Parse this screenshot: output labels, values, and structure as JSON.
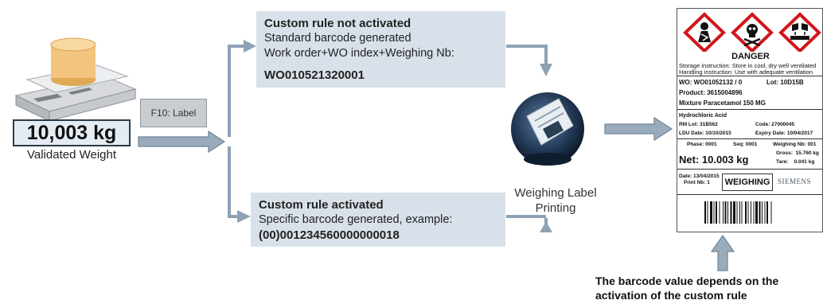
{
  "scale": {
    "weight": "10,003 kg",
    "caption": "Validated Weight"
  },
  "button": {
    "label": "F10: Label"
  },
  "rule_not_activated": {
    "title": "Custom rule not activated",
    "line1": "Standard barcode generated",
    "line2": "Work order+WO index+Weighing Nb:",
    "code": "WO010521320001"
  },
  "rule_activated": {
    "title": "Custom rule activated",
    "line1": "Specific barcode generated, example:",
    "code": "(00)001234560000000018"
  },
  "printing": {
    "caption_line1": "Weighing Label",
    "caption_line2": "Printing"
  },
  "label": {
    "danger": "DANGER",
    "storage": "Storage instruction: Store in cool, dry well ventilated",
    "handling": "Handling instruction: Use with adequate ventilation",
    "wo": "WO: WO01052132 / 0",
    "lot": "Lot: 10D15B",
    "product": "Product: 3615004896",
    "mixture": "Mixture Paracetamol 150 MG",
    "substance": "Hydrochloric Acid",
    "rm_lot": "RM Lot: 31B562",
    "code": "Code: 27000045",
    "ldu": "LDU Date: 10/10/2015",
    "expiry": "Expiry Date: 10/04/2017",
    "phase": "Phase: 0001",
    "seq": "Seq: 0001",
    "weighing_nb": "Weighing Nb: 001",
    "net": "Net: 10.003 kg",
    "gross": "Gross:  15.760 kg",
    "tare": "Tare:    0.041 kg",
    "date": "Date: 13/04/2015",
    "print_nb": "Print Nb: 1",
    "weighing": "WEIGHING",
    "brand": "SIEMENS"
  },
  "note": {
    "line1": "The barcode value depends on the",
    "line2": "activation of the custom rule"
  },
  "colors": {
    "box_fill": "#d8e1e9",
    "arrow": "#8a9eae",
    "arrow_stroke": "#6d8295"
  }
}
